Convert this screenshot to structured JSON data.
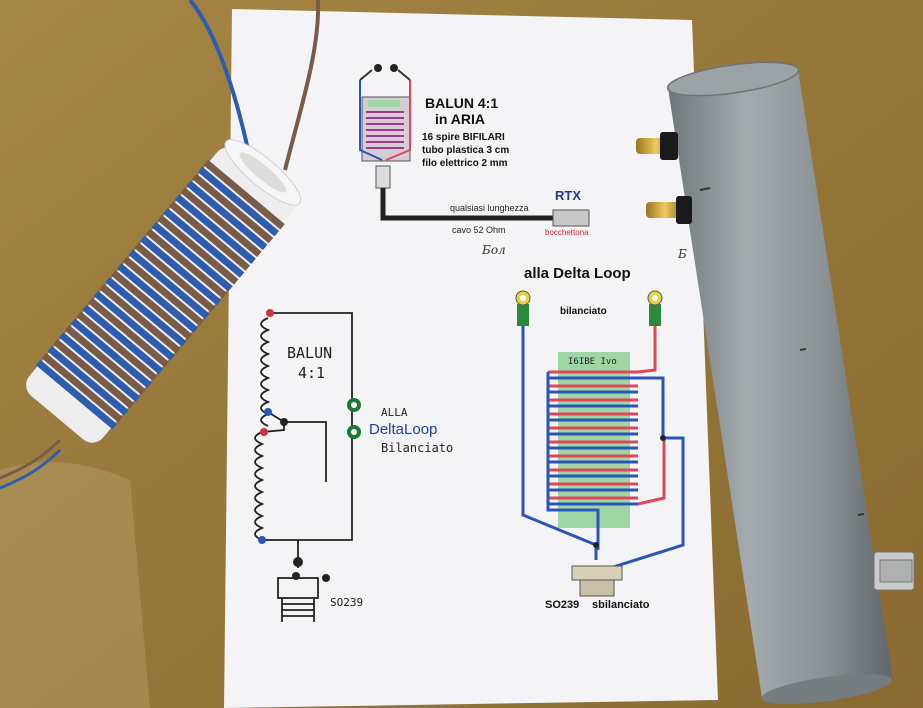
{
  "top_diagram": {
    "title_line1": "BALUN 4:1",
    "title_line2": "in ARIA",
    "spec_line1": "16 spire BIFILARI",
    "spec_line2": "tubo plastica 3 cm",
    "spec_line3": "filo elettrico 2 mm",
    "rtx_label": "RTX",
    "cable_length_label": "qualsiasi lunghezza",
    "cable_type_label": "cavo 52 Ohm",
    "connector_label": "bocchettona"
  },
  "sketch": {
    "title_line1": "BALUN",
    "title_line2": "4:1",
    "alla": "ALLA",
    "deltaloop": "DeltaLoop",
    "bilanciato": "Bilanciato",
    "so239": "SO239"
  },
  "color_diagram": {
    "title": "alla Delta Loop",
    "bilanciato": "bilanciato",
    "coil_label": "I6IBE Ivo",
    "so239": "SO239",
    "sbilanciato": "sbilanciato",
    "hand_note_left": "Бол",
    "hand_note_right": "Б"
  },
  "colors": {
    "table_wood": "#9a7a3c",
    "paper": "#f4f4f6",
    "pipe_gray": "#8e9598",
    "wire_blue": "#2c5db0",
    "wire_brown": "#7a5a48",
    "diagram_red": "#e0465a",
    "diagram_blue": "#2a55b8",
    "sketch_blue": "#1f3fa0",
    "connector_green": "#2a8a3a"
  }
}
